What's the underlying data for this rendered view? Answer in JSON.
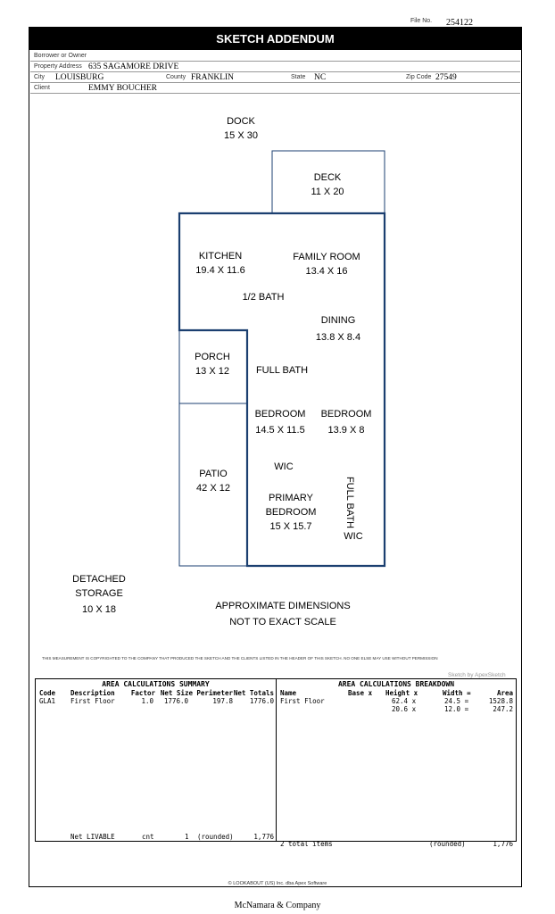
{
  "header": {
    "file_no_label": "File No.",
    "file_no": "254122",
    "title": "SKETCH ADDENDUM",
    "borrower_label": "Borrower or Owner",
    "borrower": "",
    "address_label": "Property Address",
    "address": "635 SAGAMORE DRIVE",
    "city_label": "City",
    "city": "LOUISBURG",
    "county_label": "County",
    "county": "FRANKLIN",
    "state_label": "State",
    "state": "NC",
    "zip_label": "Zip Code",
    "zip": "27549",
    "client_label": "Client",
    "client": "EMMY BOUCHER"
  },
  "sketch": {
    "dock": {
      "name": "DOCK",
      "dim": "15 X 30"
    },
    "deck": {
      "name": "DECK",
      "dim": "11 X 20"
    },
    "kitchen": {
      "name": "KITCHEN",
      "dim": "19.4 X 11.6"
    },
    "family": {
      "name": "FAMILY ROOM",
      "dim": "13.4 X 16"
    },
    "half_bath": "1/2 BATH",
    "dining": {
      "name": "DINING",
      "dim": "13.8 X 8.4"
    },
    "porch": {
      "name": "PORCH",
      "dim": "13 X 12"
    },
    "full_bath": "FULL BATH",
    "bedroom1": {
      "name": "BEDROOM",
      "dim": "14.5 X 11.5"
    },
    "bedroom2": {
      "name": "BEDROOM",
      "dim": "13.9 X 8"
    },
    "patio": {
      "name": "PATIO",
      "dim": "42 X 12"
    },
    "wic1": "WIC",
    "primary": {
      "name1": "PRIMARY",
      "name2": "BEDROOM",
      "dim": "15 X 15.7"
    },
    "full_bath2": "FULL BATH",
    "wic2": "WIC",
    "storage": {
      "name1": "DETACHED",
      "name2": "STORAGE",
      "dim": "10 X 18"
    },
    "note1": "APPROXIMATE DIMENSIONS",
    "note2": "NOT TO EXACT SCALE",
    "line_color": "#1b3f70"
  },
  "copyright": "THIS MEASUREMENT IS COPYRIGHTED TO THE COMPANY THAT PRODUCED THE SKETCH AND THE CLIENTS LISTED IN THE HEADER OF THIS SKETCH. NO ONE ELSE MAY USE WITHOUT PERMISSION",
  "sketch_by": "Sketch by ApexSketch",
  "summary": {
    "title": "AREA CALCULATIONS SUMMARY",
    "headers": [
      "Code",
      "Description",
      "Factor",
      "Net Size",
      "Perimeter",
      "Net Totals"
    ],
    "row": [
      "GLA1",
      "First Floor",
      "1.0",
      "1776.0",
      "197.8",
      "1776.0"
    ],
    "footer": [
      "Net LIVABLE",
      "cnt",
      "1",
      "(rounded)",
      "1,776"
    ]
  },
  "breakdown": {
    "title": "AREA CALCULATIONS BREAKDOWN",
    "headers": [
      "Name",
      "Base  x",
      "Height  x",
      "Width  =",
      "Area"
    ],
    "name": "First Floor",
    "rows": [
      [
        "62.4  x",
        "24.5  =",
        "1528.8"
      ],
      [
        "20.6  x",
        "12.0  =",
        "247.2"
      ]
    ],
    "footer": [
      "2 total items",
      "(rounded)",
      "1,776"
    ]
  },
  "software": "© LOOKABOUT (US) Inc. dba Apex Software",
  "company": "McNamara & Company"
}
